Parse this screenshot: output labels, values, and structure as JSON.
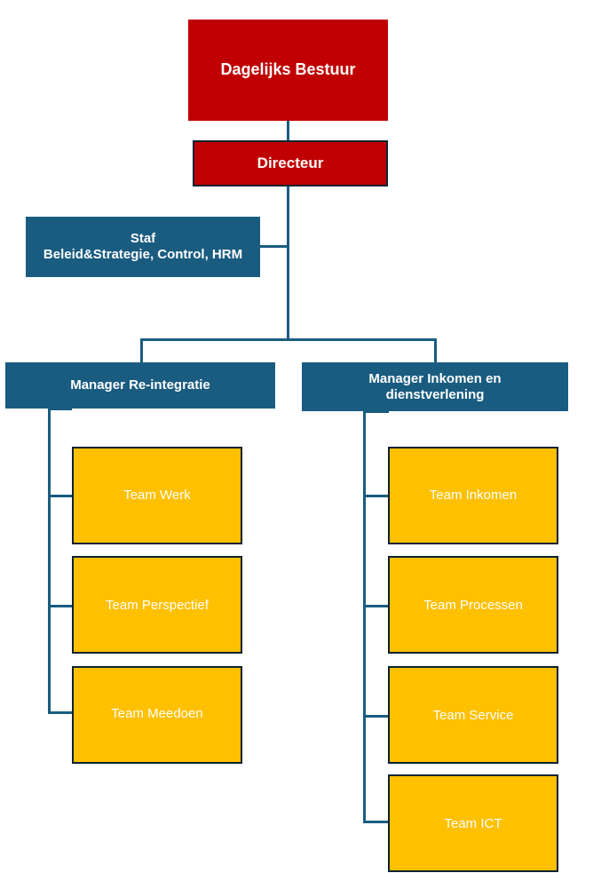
{
  "diagram": {
    "title": "Organogram",
    "type": "org-chart",
    "colors": {
      "executive": "#C00000",
      "management": "#1A5C80",
      "team": "#FFC000",
      "border": "#0B2233",
      "connector": "#1A5C80",
      "text_on_executive": "#FFFFFF",
      "text_on_management": "#FFFFFF",
      "text_on_team": "#FFFFFF",
      "background": "#FFFFFF"
    }
  },
  "nodes": {
    "dagelijks_bestuur": {
      "label": "Dagelijks Bestuur",
      "level": "executive"
    },
    "directeur": {
      "label": "Directeur",
      "level": "executive"
    },
    "staf": {
      "label": "Staf\nBeleid&Strategie, Control, HRM",
      "level": "staff"
    },
    "manager_reintegratie": {
      "label": "Manager Re-integratie",
      "level": "management"
    },
    "manager_inkomen": {
      "label": "Manager Inkomen en\ndienstverlening",
      "level": "management"
    },
    "team_werk": {
      "label": "Team Werk",
      "level": "team"
    },
    "team_perspectief": {
      "label": "Team Perspectief",
      "level": "team"
    },
    "team_meedoen": {
      "label": "Team Meedoen",
      "level": "team"
    },
    "team_inkomen": {
      "label": "Team Inkomen",
      "level": "team"
    },
    "team_processen": {
      "label": "Team Processen",
      "level": "team"
    },
    "team_service": {
      "label": "Team Service",
      "level": "team"
    },
    "team_ict": {
      "label": "Team ICT",
      "level": "team"
    }
  }
}
